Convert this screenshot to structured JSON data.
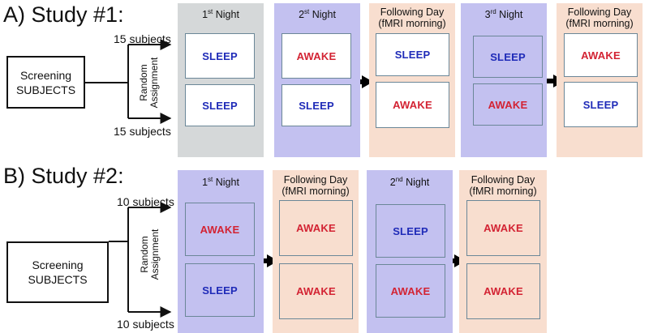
{
  "colors": {
    "sleep": "#1f2bb8",
    "awake": "#d32333",
    "gray_panel": "#d5d8d9",
    "purple_panel": "#c3c1f0",
    "peach_panel": "#f8decf"
  },
  "study1": {
    "title": "A) Study #1:",
    "screening": {
      "line1": "Screening",
      "line2": "SUBJECTS"
    },
    "top_subjects": "15 subjects",
    "bottom_subjects": "15 subjects",
    "assignment": {
      "line1": "Random",
      "line2": "Assignment"
    },
    "panels": [
      {
        "head_num": "1",
        "head_sup": "st",
        "head_text": " Night",
        "head2": "",
        "top": "SLEEP",
        "bottom": "SLEEP"
      },
      {
        "head_num": "2",
        "head_sup": "st",
        "head_text": " Night",
        "head2": "",
        "top": "AWAKE",
        "bottom": "SLEEP"
      },
      {
        "head_num": "",
        "head_sup": "",
        "head_text": "Following Day",
        "head2": "(fMRI morning)",
        "top": "SLEEP",
        "bottom": "AWAKE"
      },
      {
        "head_num": "3",
        "head_sup": "rd",
        "head_text": " Night",
        "head2": "",
        "top": "SLEEP",
        "bottom": "AWAKE"
      },
      {
        "head_num": "",
        "head_sup": "",
        "head_text": "Following Day",
        "head2": "(fMRI morning)",
        "top": "AWAKE",
        "bottom": "SLEEP"
      }
    ]
  },
  "study2": {
    "title": "B) Study #2:",
    "screening": {
      "line1": "Screening",
      "line2": "SUBJECTS"
    },
    "top_subjects": "10 subjects",
    "bottom_subjects": "10 subjects",
    "assignment": {
      "line1": "Random",
      "line2": "Assignment"
    },
    "panels": [
      {
        "head_num": "1",
        "head_sup": "st",
        "head_text": " Night",
        "head2": "",
        "top": "AWAKE",
        "bottom": "SLEEP"
      },
      {
        "head_num": "",
        "head_sup": "",
        "head_text": "Following Day",
        "head2": "(fMRI morning)",
        "top": "AWAKE",
        "bottom": "AWAKE"
      },
      {
        "head_num": "2",
        "head_sup": "nd",
        "head_text": " Night",
        "head2": "",
        "top": "SLEEP",
        "bottom": "AWAKE"
      },
      {
        "head_num": "",
        "head_sup": "",
        "head_text": "Following Day",
        "head2": "(fMRI morning)",
        "top": "AWAKE",
        "bottom": "AWAKE"
      }
    ]
  }
}
